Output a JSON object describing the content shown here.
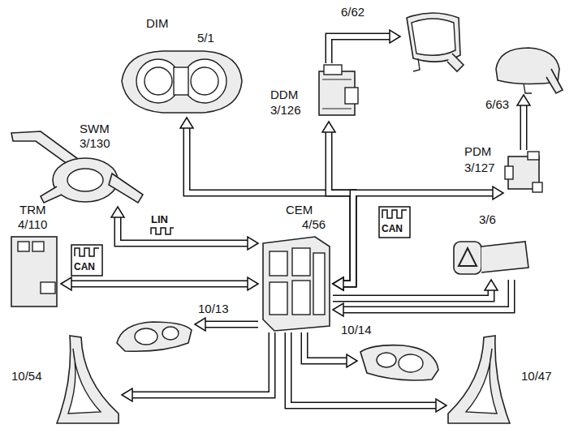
{
  "diagram": {
    "nodes": [
      {
        "text": [
          "DIM",
          "5/1"
        ]
      },
      {
        "text": [
          "6/62"
        ]
      },
      {
        "text": [
          "DDM",
          "3/126"
        ]
      },
      {
        "text": [
          "6/63"
        ]
      },
      {
        "text": [
          "SWM",
          "3/130"
        ]
      },
      {
        "text": [
          "PDM",
          "3/127"
        ]
      },
      {
        "text": [
          "TRM",
          "4/110"
        ]
      },
      {
        "text": [
          "CEM",
          "4/56"
        ]
      },
      {
        "text": [
          "3/6"
        ]
      },
      {
        "text": [
          "10/13"
        ]
      },
      {
        "text": [
          "10/14"
        ]
      },
      {
        "text": [
          "10/54"
        ]
      },
      {
        "text": [
          "10/47"
        ]
      }
    ],
    "edges": [
      {
        "from": 2,
        "to": 1,
        "arrow": "to"
      },
      {
        "from": 5,
        "to": 3,
        "arrow": "to"
      },
      {
        "from": 7,
        "to": 0,
        "arrow": "both"
      },
      {
        "from": 7,
        "to": 2,
        "arrow": "both"
      },
      {
        "from": 7,
        "to": 5,
        "arrow": "both"
      },
      {
        "from": 4,
        "to": 7,
        "arrow": "both"
      },
      {
        "from": 6,
        "to": 7,
        "arrow": "both"
      },
      {
        "from": 7,
        "to": 8,
        "arrow": "to"
      },
      {
        "from": 8,
        "to": 7,
        "arrow": "to"
      },
      {
        "from": 7,
        "to": 9,
        "arrow": "to"
      },
      {
        "from": 7,
        "to": 10,
        "arrow": "to"
      },
      {
        "from": 7,
        "to": 11,
        "arrow": "to"
      },
      {
        "from": 7,
        "to": 12,
        "arrow": "to"
      }
    ],
    "labels": [
      "LIN",
      "CAN",
      "CAN"
    ]
  }
}
